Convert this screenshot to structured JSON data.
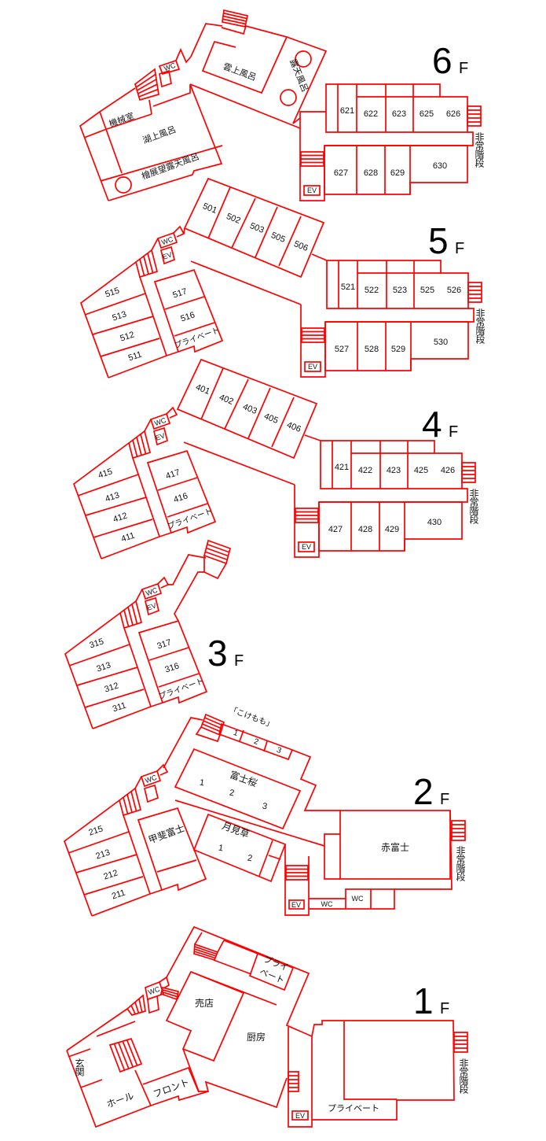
{
  "colors": {
    "wall": "#ff0000",
    "text": "#111111"
  },
  "floors": {
    "f6": {
      "number": "6",
      "unit": "F",
      "rooms_top": [
        "621",
        "622",
        "623",
        "625",
        "626"
      ],
      "rooms_bottom": [
        "627",
        "628",
        "629",
        "630"
      ],
      "machine_room": "機械室",
      "lake_bath": "湖上風呂",
      "view_bath": "檜展望露天風呂",
      "cloud_bath": "雲上風呂",
      "open_bath": "露天風呂",
      "wc": "WC",
      "ev": "EV",
      "emergency_stairs": "非常階段"
    },
    "f5": {
      "number": "5",
      "unit": "F",
      "strip_rooms": [
        "501",
        "502",
        "503",
        "505",
        "506"
      ],
      "left_rooms": [
        "515",
        "513",
        "512",
        "511"
      ],
      "right_rooms": [
        "517",
        "516"
      ],
      "private": "プライベート",
      "rooms_top": [
        "521",
        "522",
        "523",
        "525",
        "526"
      ],
      "rooms_bottom": [
        "527",
        "528",
        "529",
        "530"
      ],
      "wc": "WC",
      "ev": "EV",
      "ev2": "EV",
      "emergency_stairs": "非常階段"
    },
    "f4": {
      "number": "4",
      "unit": "F",
      "strip_rooms": [
        "401",
        "402",
        "403",
        "405",
        "406"
      ],
      "left_rooms": [
        "415",
        "413",
        "412",
        "411"
      ],
      "right_rooms": [
        "417",
        "416"
      ],
      "private": "プライベート",
      "rooms_top": [
        "421",
        "422",
        "423",
        "425",
        "426"
      ],
      "rooms_bottom": [
        "427",
        "428",
        "429",
        "430"
      ],
      "wc": "WC",
      "ev": "EV",
      "ev2": "EV",
      "emergency_stairs": "非常階段"
    },
    "f3": {
      "number": "3",
      "unit": "F",
      "left_rooms": [
        "315",
        "313",
        "312",
        "311"
      ],
      "right_rooms": [
        "317",
        "316"
      ],
      "private": "プライベート",
      "wc": "WC",
      "ev": "EV"
    },
    "f2": {
      "number": "2",
      "unit": "F",
      "left_rooms": [
        "215",
        "213",
        "212",
        "211"
      ],
      "kokemomo": "「こけもも」",
      "kokemomo_rooms": [
        "1",
        "2",
        "3"
      ],
      "fujizakura": "富士桜",
      "fujizakura_rooms": [
        "1",
        "2",
        "3"
      ],
      "tsukimiso": "月見草",
      "tsukimiso_rooms": [
        "1",
        "2"
      ],
      "kaifuji": "甲斐富士",
      "akafuji": "赤富士",
      "wc": "WC",
      "wc2": "WC",
      "wc3": "WC",
      "ev": "EV",
      "emergency_stairs": "非常階段"
    },
    "f1": {
      "number": "1",
      "unit": "F",
      "shop": "売店",
      "kitchen": "厨房",
      "private_top_1": "プライ",
      "private_top_2": "ベート",
      "front": "フロント",
      "hall": "ホール",
      "entrance": "玄関",
      "private_bottom": "プライベート",
      "wc": "WC",
      "ev": "EV",
      "emergency_stairs": "非常階段"
    }
  }
}
